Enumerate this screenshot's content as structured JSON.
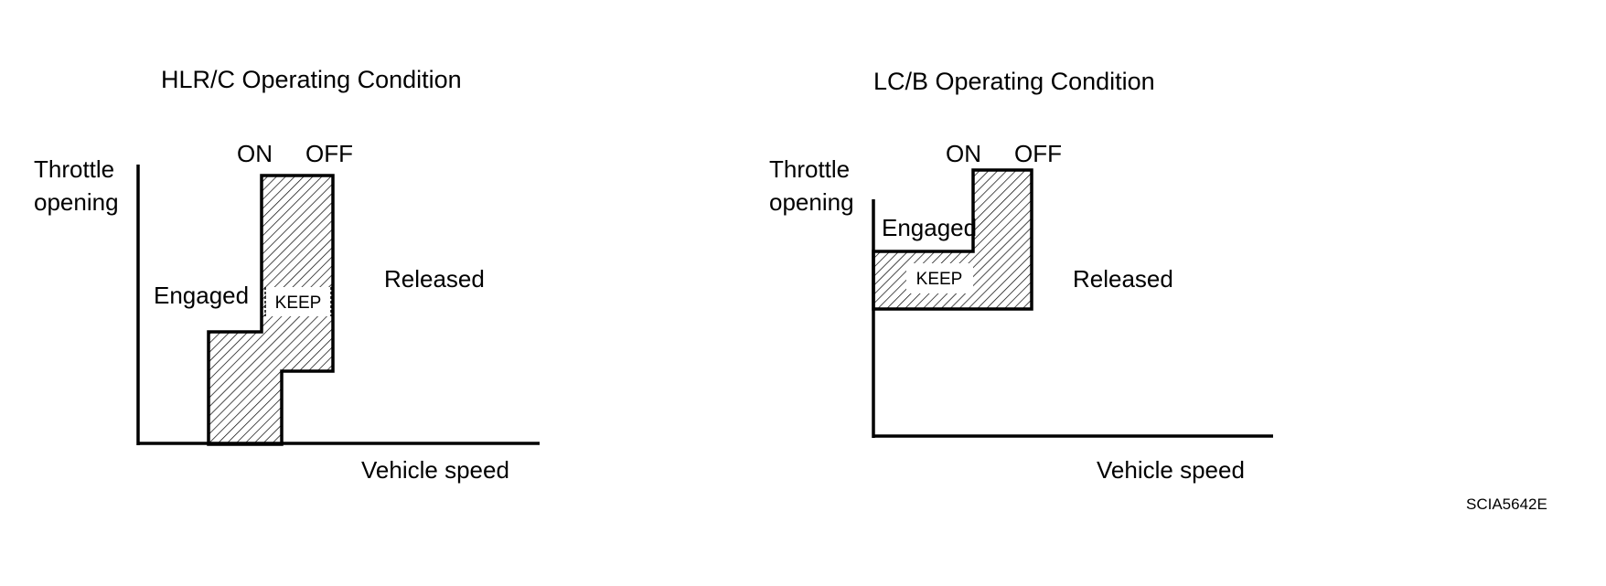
{
  "diagrams": {
    "hlrc": {
      "title": "HLR/C Operating Condition",
      "y_label_line1": "Throttle",
      "y_label_line2": "opening",
      "x_label": "Vehicle speed",
      "on_label": "ON",
      "off_label": "OFF",
      "engaged_label": "Engaged",
      "keep_label": "KEEP",
      "released_label": "Released"
    },
    "lcb": {
      "title": "LC/B Operating Condition",
      "y_label_line1": "Throttle",
      "y_label_line2": "opening",
      "x_label": "Vehicle speed",
      "on_label": "ON",
      "off_label": "OFF",
      "engaged_label": "Engaged",
      "keep_label": "KEEP",
      "released_label": "Released"
    }
  },
  "figure_code": "SCIA5642E"
}
